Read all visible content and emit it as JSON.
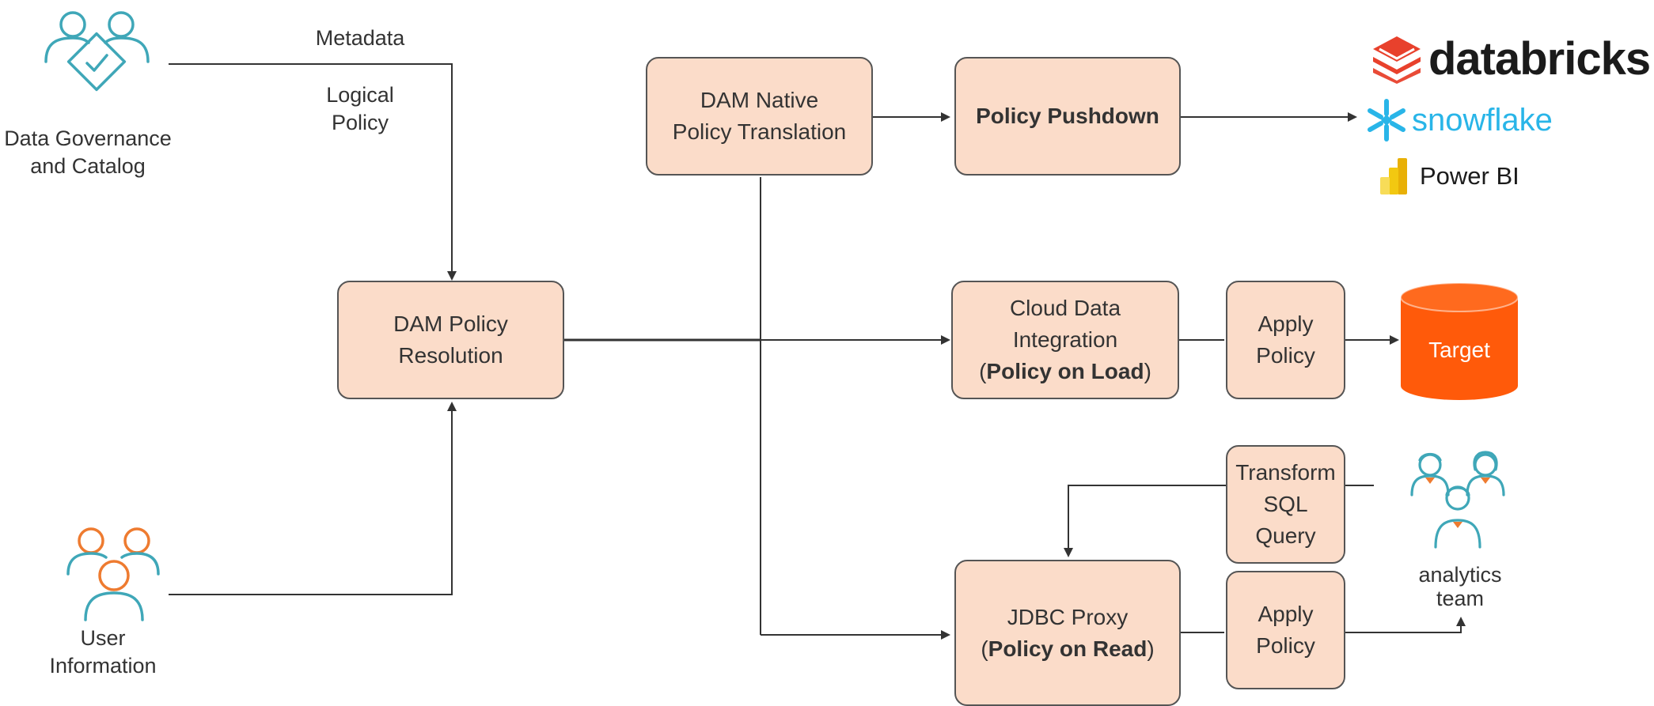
{
  "governance": {
    "line1": "Data Governance",
    "line2": "and Catalog"
  },
  "user": {
    "line1": "User",
    "line2": "Information"
  },
  "edges": {
    "metadata": "Metadata",
    "logical1": "Logical",
    "logical2": "Policy"
  },
  "boxes": {
    "resolution": {
      "line1": "DAM Policy",
      "line2": "Resolution"
    },
    "translation": {
      "line1": "DAM Native",
      "line2": "Policy Translation"
    },
    "pushdown": {
      "line1": "Policy Pushdown"
    },
    "cdi": {
      "line1": "Cloud Data",
      "line2": "Integration",
      "open": "(",
      "bold": "Policy on Load",
      "close": ")"
    },
    "apply_load": {
      "line1": "Apply",
      "line2": "Policy"
    },
    "transform": {
      "line1": "Transform",
      "line2": "SQL",
      "line3": "Query"
    },
    "jdbc": {
      "line1": "JDBC Proxy",
      "open": "(",
      "bold": "Policy on Read",
      "close": ")"
    },
    "apply_read": {
      "line1": "Apply",
      "line2": "Policy"
    }
  },
  "target": {
    "label": "Target"
  },
  "team": {
    "line1": "analytics",
    "line2": "team"
  },
  "logos": {
    "databricks": "databricks",
    "snowflake": "snowflake",
    "powerbi": "Power BI"
  },
  "colors": {
    "box_fill": "#fbdcc9",
    "box_border": "#555555",
    "line": "#333333",
    "teal_icon": "#3fa7b8",
    "orange_icon": "#ee7b30",
    "target": "#ff5a0a",
    "databricks": "#e8412c",
    "snowflake": "#29b5e8",
    "powerbi": "#f2c811"
  },
  "icons": [
    "people-check-icon",
    "people-group-icon",
    "analytics-team-icon",
    "database-cylinder-icon",
    "databricks-logo",
    "snowflake-logo",
    "powerbi-logo"
  ]
}
